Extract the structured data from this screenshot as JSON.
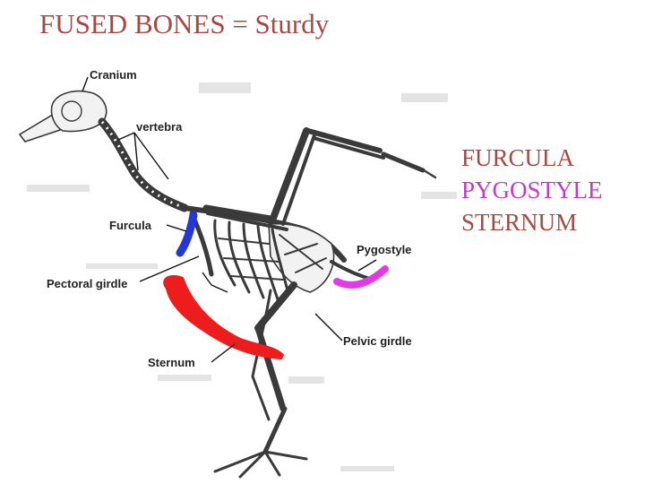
{
  "title": {
    "text": "FUSED BONES = Sturdy",
    "color": "#a54a3f"
  },
  "legend": [
    {
      "label": "FURCULA",
      "color": "#a54a3f"
    },
    {
      "label": "PYGOSTYLE",
      "color": "#c03cc8"
    },
    {
      "label": "STERNUM",
      "color": "#a54a3f"
    }
  ],
  "diagram_labels": {
    "cranium": "Cranium",
    "vertebra": "vertebra",
    "furcula": "Furcula",
    "pectoral_girdle": "Pectoral girdle",
    "pygostyle": "Pygostyle",
    "pelvic_girdle": "Pelvic girdle",
    "sternum": "Sternum"
  },
  "highlight_colors": {
    "furcula": "#2538d6",
    "pygostyle": "#e23ae8",
    "sternum": "#ee1d1d"
  }
}
